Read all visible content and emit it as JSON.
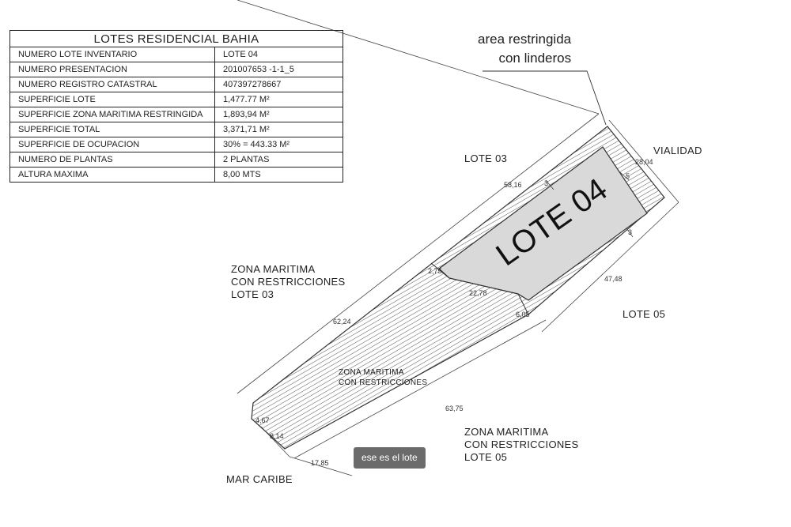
{
  "table": {
    "title": "LOTES RESIDENCIAL BAHIA",
    "rows": [
      {
        "label": "NUMERO LOTE INVENTARIO",
        "value": "LOTE 04"
      },
      {
        "label": "NUMERO PRESENTACION",
        "value": "201007653 -1-1_5"
      },
      {
        "label": "NUMERO REGISTRO CATASTRAL",
        "value": "407397278667"
      },
      {
        "label": "SUPERFICIE LOTE",
        "value": "1,477.77 M²"
      },
      {
        "label": "SUPERFICIE ZONA MARITIMA RESTRINGIDA",
        "value": "1,893,94 M²"
      },
      {
        "label": "SUPERFICIE TOTAL",
        "value": "3,371,71 M²"
      },
      {
        "label": "SUPERFICIE DE OCUPACION",
        "value": "30% = 443.33 M²"
      },
      {
        "label": "NUMERO DE PLANTAS",
        "value": "2 PLANTAS"
      },
      {
        "label": "ALTURA MAXIMA",
        "value": "8,00 MTS"
      }
    ]
  },
  "plan": {
    "annotation": "area restringida\ncon linderos",
    "lot_label": "LOTE 04",
    "neighbors": {
      "lote03": "LOTE 03",
      "lote05": "LOTE 05",
      "vialidad": "VIALIDAD",
      "mar": "MAR CARIBE",
      "zona_lote03": "ZONA MARITIMA\nCON RESTRICCIONES\nLOTE 03",
      "zona_lote05": "ZONA MARITIMA\nCON RESTRICCIONES\nLOTE 05",
      "zona_center": "ZONA MARITIMA\nCON RESTRICCIONES"
    },
    "dimensions": {
      "d_58_16": "58,16",
      "d_28_04": "28,04",
      "d_47_48": "47,48",
      "d_62_24": "62,24",
      "d_63_75": "63,75",
      "d_22_78": "22,78",
      "d_2_75": "2,75",
      "d_6_05": "6,05",
      "d_4_67": "4,67",
      "d_8_14": "8,14",
      "d_17_85": "17,85",
      "d_3a": "3",
      "d_5": "5",
      "d_3b": "3"
    },
    "colors": {
      "line": "#333333",
      "hatch": "#555555",
      "building": "#d9d9d9"
    }
  },
  "tooltip": "ese es el lote"
}
